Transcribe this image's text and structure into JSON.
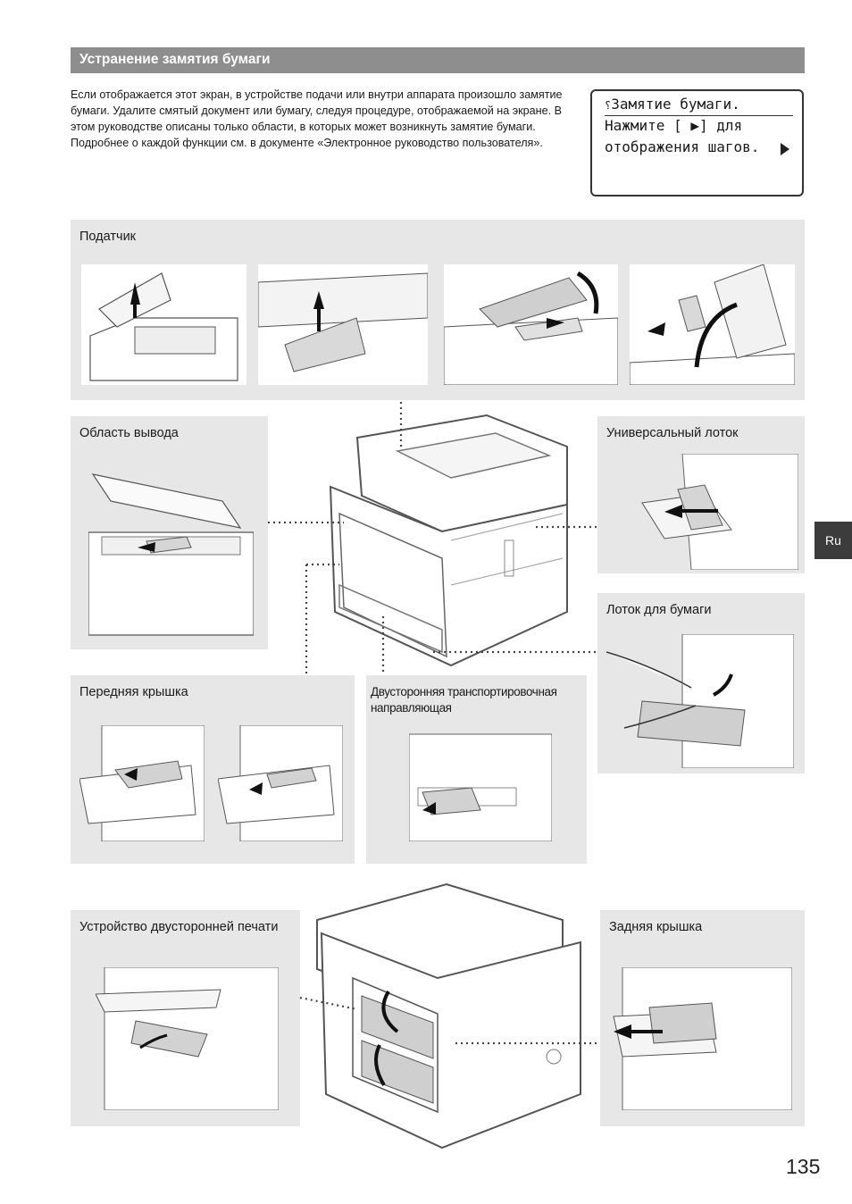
{
  "header": {
    "title": "Устранение замятия бумаги"
  },
  "intro": {
    "text": "Если отображается этот экран, в устройстве подачи или внутри аппарата произошло замятие бумаги. Удалите смятый документ или бумагу, следуя процедуре, отображаемой на экране. В этом руководстве описаны только области, в которых может возникнуть замятие бумаги. Подробнее о каждой функции см. в документе «Электронное руководство пользователя»."
  },
  "lcd": {
    "line1": "Замятие бумаги.",
    "line2": "Нажмите [ ▶] для",
    "line3": "отображения шагов.",
    "icon": "paper-jam-icon"
  },
  "panels": {
    "feeder": "Податчик",
    "output": "Область вывода",
    "multipurpose": "Универсальный лоток",
    "paper_tray": "Лоток для бумаги",
    "front_cover": "Передняя крышка",
    "duplex_guide": "Двусторонняя транспортировочная направляющая",
    "duplex_unit": "Устройство двусторонней печати",
    "rear_cover": "Задняя крышка"
  },
  "side_tab": "Ru",
  "page_number": "135"
}
